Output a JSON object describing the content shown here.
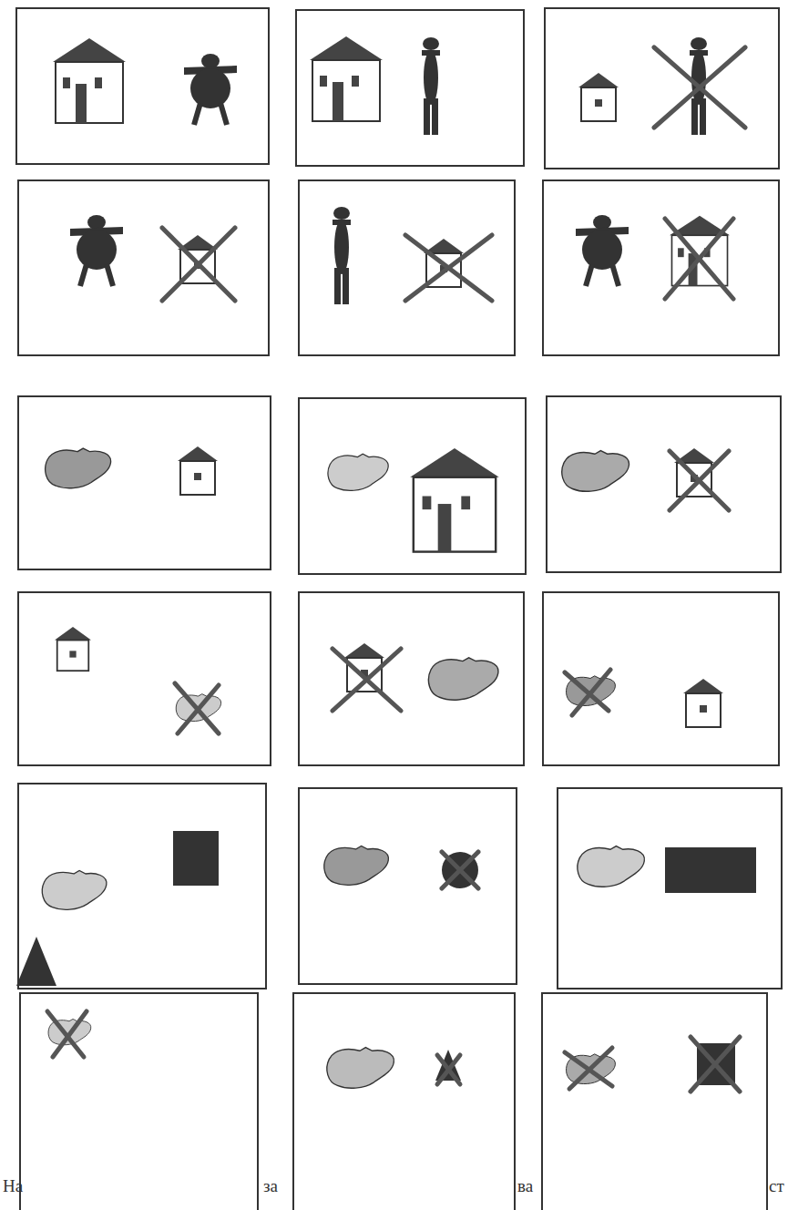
{
  "diagram": {
    "labels": [
      "На",
      "за",
      "ва",
      "ст"
    ]
  }
}
